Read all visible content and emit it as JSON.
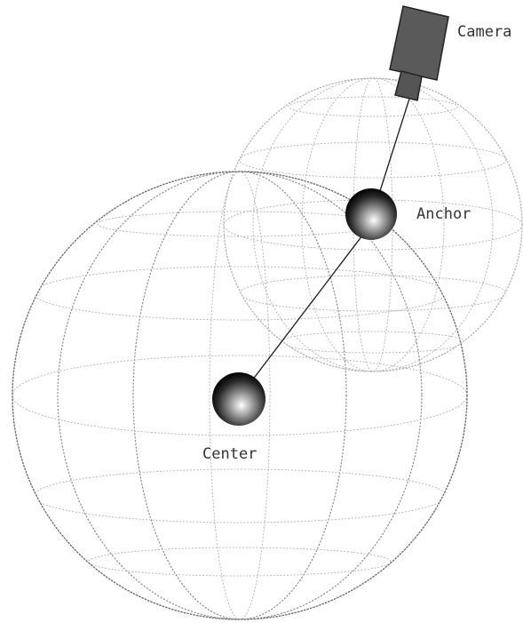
{
  "labels": {
    "camera": "Camera",
    "anchor": "Anchor",
    "center": "Center"
  },
  "colors": {
    "background": "#ffffff",
    "sphere_highlight": "#ffffff",
    "sphere_shadow": "#000000",
    "camera_body": "#555555",
    "connector": "#1a1a1a"
  },
  "icons": {
    "camera": "camera-icon",
    "anchor": "sphere-node",
    "center": "sphere-node"
  }
}
